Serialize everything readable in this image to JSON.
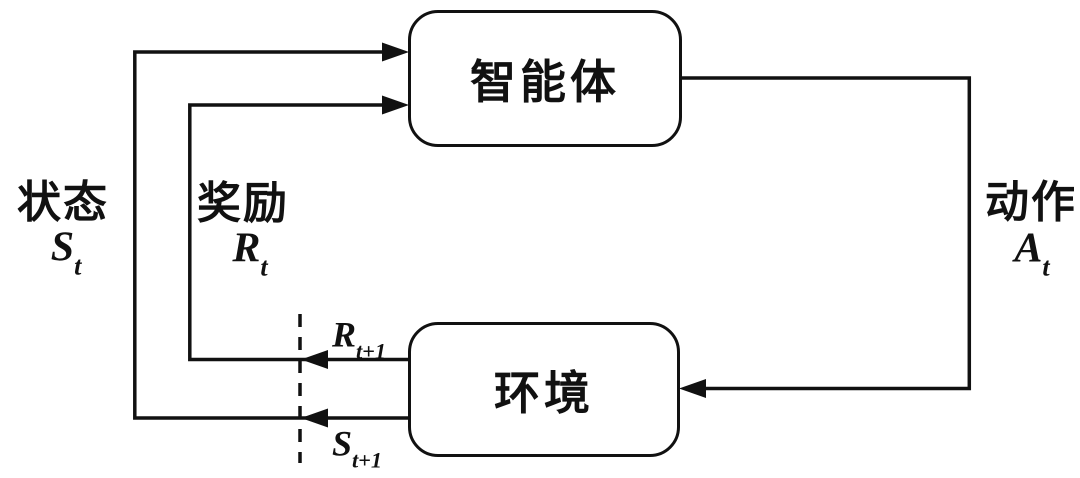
{
  "diagram": {
    "background_color": "#ffffff",
    "ink_color": "#111111",
    "nodes": {
      "agent": {
        "label": "智能体"
      },
      "environment": {
        "label": "环境"
      }
    },
    "labels": {
      "state": {
        "name": "状态",
        "base": "S",
        "sub": "t"
      },
      "reward": {
        "name": "奖励",
        "base": "R",
        "sub": "t"
      },
      "action": {
        "name": "动作",
        "base": "A",
        "sub": "t"
      },
      "next_reward": {
        "base": "R",
        "sub": "t+1"
      },
      "next_state": {
        "base": "S",
        "sub": "t+1"
      }
    }
  }
}
